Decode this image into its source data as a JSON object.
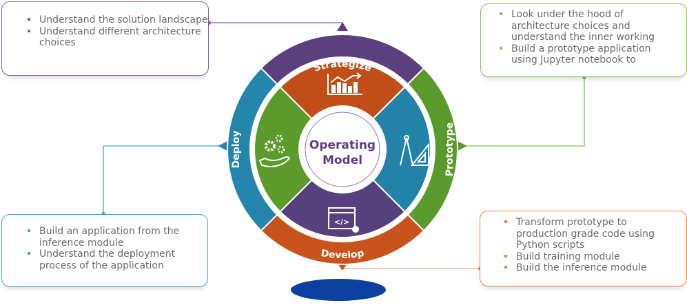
{
  "center": {
    "line1": "Operating",
    "line2": "Model"
  },
  "phases": {
    "strategize": {
      "label": "Strategize",
      "color": "#5b3f7e",
      "inner_color": "#c04e18",
      "icon": "chart-trend-icon"
    },
    "prototype": {
      "label": "Prototype",
      "color": "#5a9a2c",
      "inner_color": "#2282a8",
      "icon": "compass-ruler-icon"
    },
    "develop": {
      "label": "Develop",
      "color": "#c9531c",
      "inner_color": "#56407e",
      "icon": "code-window-icon"
    },
    "deploy": {
      "label": "Deploy",
      "color": "#2586ad",
      "inner_color": "#5d9a2c",
      "icon": "gears-hand-icon"
    }
  },
  "boxes": {
    "strategize": {
      "color": "#7e5fa6",
      "items": [
        "Understand the solution landscape",
        "Understand different architecture choices"
      ]
    },
    "prototype": {
      "color": "#7cc653",
      "items": [
        "Look under the hood of architecture choices and understand the inner working",
        "Build a prototype application using Jupyter notebook to"
      ]
    },
    "deploy": {
      "color": "#3aa6d6",
      "items": [
        "Build an application from the inference module",
        "Understand the deployment process of the application"
      ]
    },
    "develop": {
      "color": "#f07a3c",
      "items": [
        "Transform prototype to production grade code using Python scripts",
        "Build training module",
        "Build the inference module"
      ]
    }
  }
}
